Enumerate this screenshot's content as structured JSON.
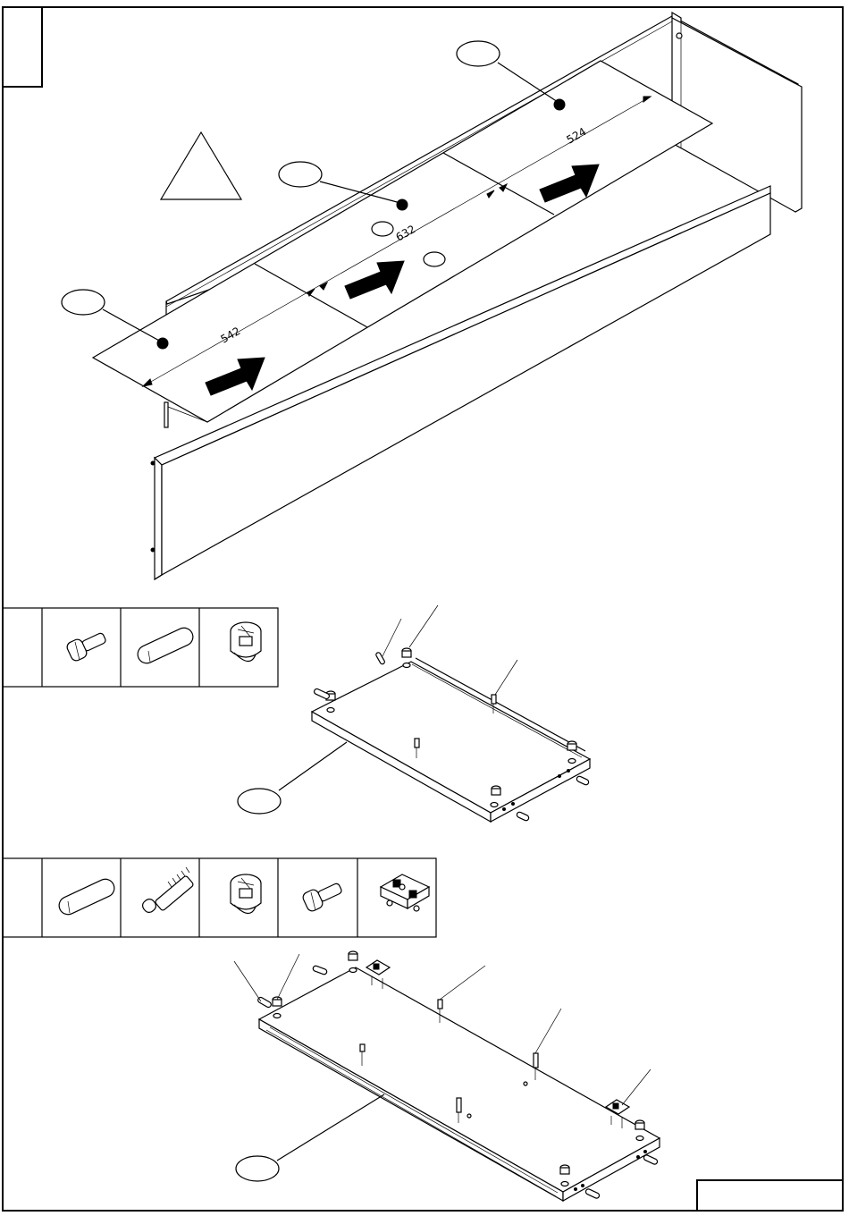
{
  "step": {
    "number": "",
    "part_callouts": [
      "",
      "",
      "",
      "",
      ""
    ],
    "hardware_callouts": [
      "",
      "",
      "",
      "",
      "",
      "",
      "",
      "",
      "",
      ""
    ],
    "footer_text": ""
  },
  "dimensions": {
    "left": "542",
    "middle": "632",
    "right": "524"
  },
  "hardware_rows": [
    {
      "label": "",
      "items": [
        {
          "icon": "shelf-pin-icon",
          "qty": ""
        },
        {
          "icon": "wooden-dowel-icon",
          "qty": ""
        },
        {
          "icon": "cam-lock-icon",
          "qty": ""
        }
      ]
    },
    {
      "label": "",
      "items": [
        {
          "icon": "wooden-dowel-icon",
          "qty": ""
        },
        {
          "icon": "cam-bolt-icon",
          "qty": ""
        },
        {
          "icon": "cam-lock-icon",
          "qty": ""
        },
        {
          "icon": "shelf-pin-icon",
          "qty": ""
        },
        {
          "icon": "hinge-plate-icon",
          "qty": ""
        }
      ]
    }
  ],
  "warning": {
    "icon": "warning-triangle-icon"
  }
}
